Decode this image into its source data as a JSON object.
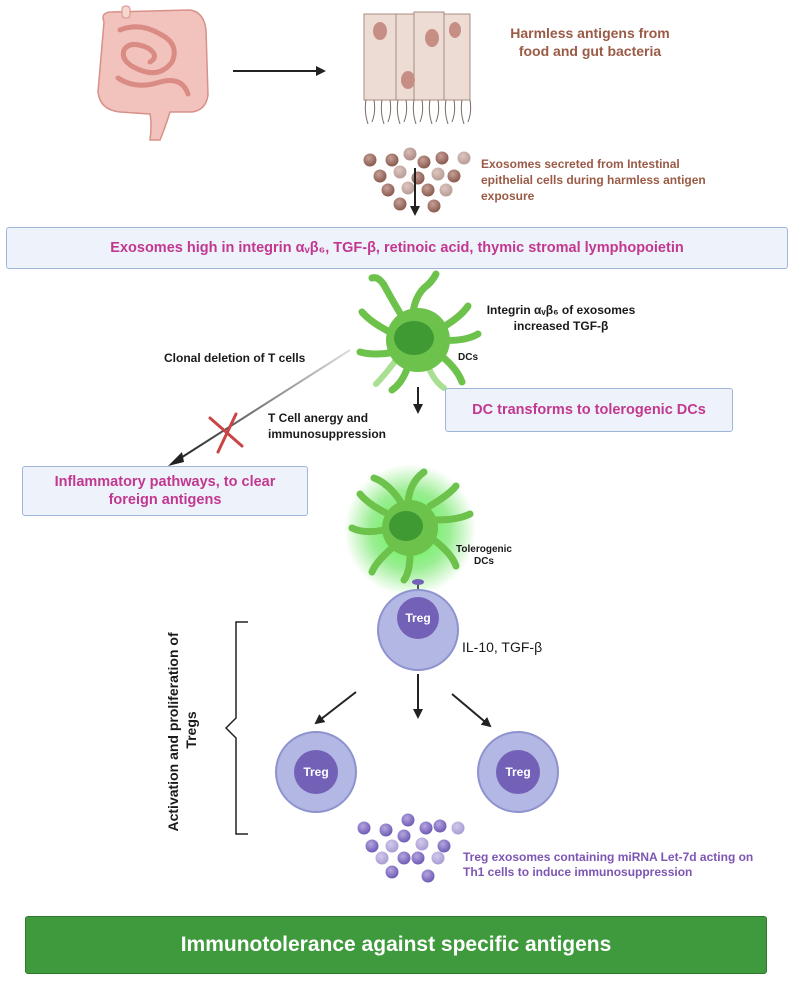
{
  "intro": {
    "antigen_label": "Harmless antigens from food and gut bacteria",
    "exosome_secretion_label": "Exosomes secreted from Intestinal epithelial cells during harmless antigen exposure"
  },
  "exosome_box": {
    "text": "Exosomes high in integrin αᵥβ₆, TGF-β, retinoic acid, thymic stromal lymphopoietin"
  },
  "dc": {
    "integrin_label": "Integrin αᵥβ₆ of exosomes increased TGF-β",
    "dc_label": "DCs",
    "transform_box": "DC transforms to tolerogenic DCs",
    "tolerogenic_label": "Tolerogenic DCs"
  },
  "inflammatory": {
    "clonal_deletion": "Clonal deletion of T cells",
    "anergy": "T Cell anergy and immunosuppression",
    "box": "Inflammatory pathways, to clear foreign antigens"
  },
  "treg": {
    "cell_label": "Treg",
    "cytokines": "IL-10, TGF-β",
    "bracket_label": "Activation and proliferation of Tregs",
    "exosome_label": "Treg exosomes containing miRNA Let-7d acting on Th1 cells to induce immunosuppression"
  },
  "result": {
    "text": "Immunotolerance against specific antigens"
  },
  "colors": {
    "brown": "#9a5a46",
    "purple": "#7d55b2",
    "magenta": "#c2378f",
    "green": "#3e9a3c",
    "dc_green": "#6cc24a",
    "treg_blue": "#b3b7e3"
  }
}
